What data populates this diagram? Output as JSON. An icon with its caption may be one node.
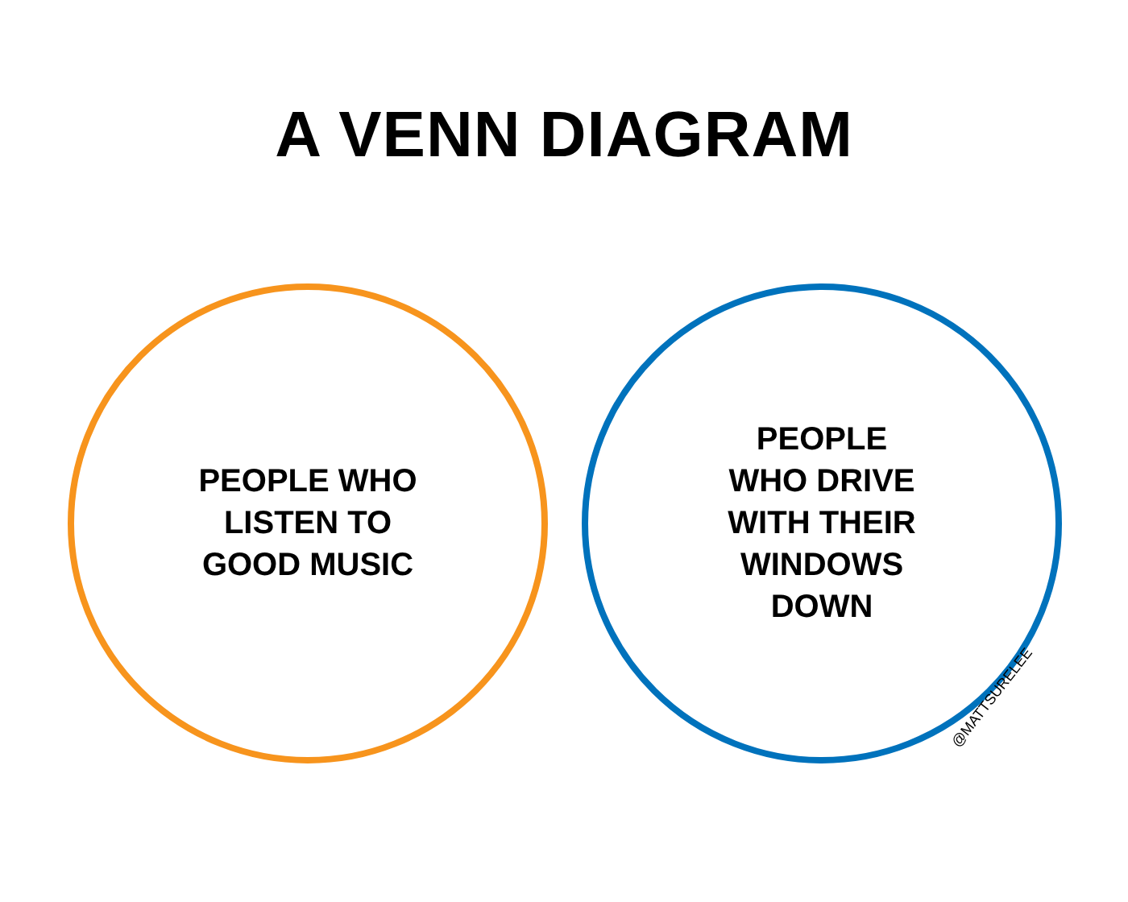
{
  "diagram": {
    "title": "A VENN DIAGRAM",
    "nodes": [
      {
        "text": [
          "PEOPLE WHO LISTEN TO GOOD MUSIC"
        ]
      },
      {
        "text": [
          "PEOPLE WHO DRIVE WITH THEIR WINDOWS DOWN"
        ]
      }
    ],
    "labels": [
      "@MATTSURELEE"
    ]
  }
}
